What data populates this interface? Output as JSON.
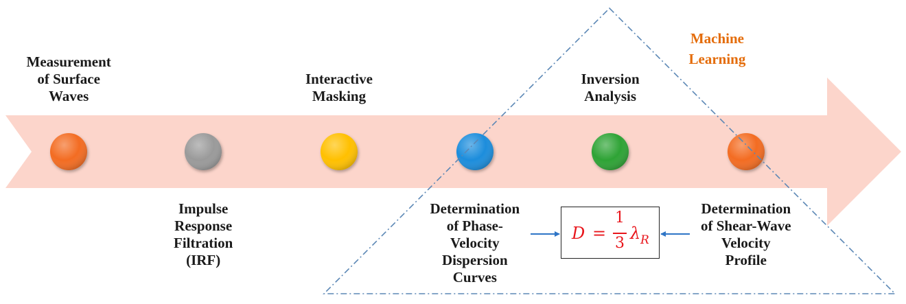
{
  "colors": {
    "arrow": "#fcd5cb",
    "triangle": "#5b87b5",
    "machine_learning": "#e46c0a",
    "formula": "#e8151b",
    "connector_arrow": "#2e75c6"
  },
  "steps": [
    {
      "color": "#f36c21",
      "lines": [
        "Measurement",
        "of Surface",
        "Waves"
      ]
    },
    {
      "color": "#9a9a9a",
      "lines": [
        "Impulse",
        "Response",
        "Filtration",
        "(IRF)"
      ]
    },
    {
      "color": "#ffc000",
      "lines": [
        "Interactive",
        "Masking"
      ]
    },
    {
      "color": "#1b8ddc",
      "lines": [
        "Determination",
        "of Phase-",
        "Velocity",
        "Dispersion",
        "Curves"
      ]
    },
    {
      "color": "#2fa336",
      "lines": [
        "Inversion",
        "Analysis"
      ]
    },
    {
      "color": "#f36c21",
      "lines": [
        "Determination",
        "of Shear-Wave",
        "Velocity",
        "Profile"
      ]
    }
  ],
  "machine_learning": {
    "lines": [
      "Machine",
      "Learning"
    ]
  },
  "formula": {
    "lhs": "D",
    "eq": "=",
    "num": "1",
    "den": "3",
    "symbol": "λ",
    "sub": "R"
  }
}
